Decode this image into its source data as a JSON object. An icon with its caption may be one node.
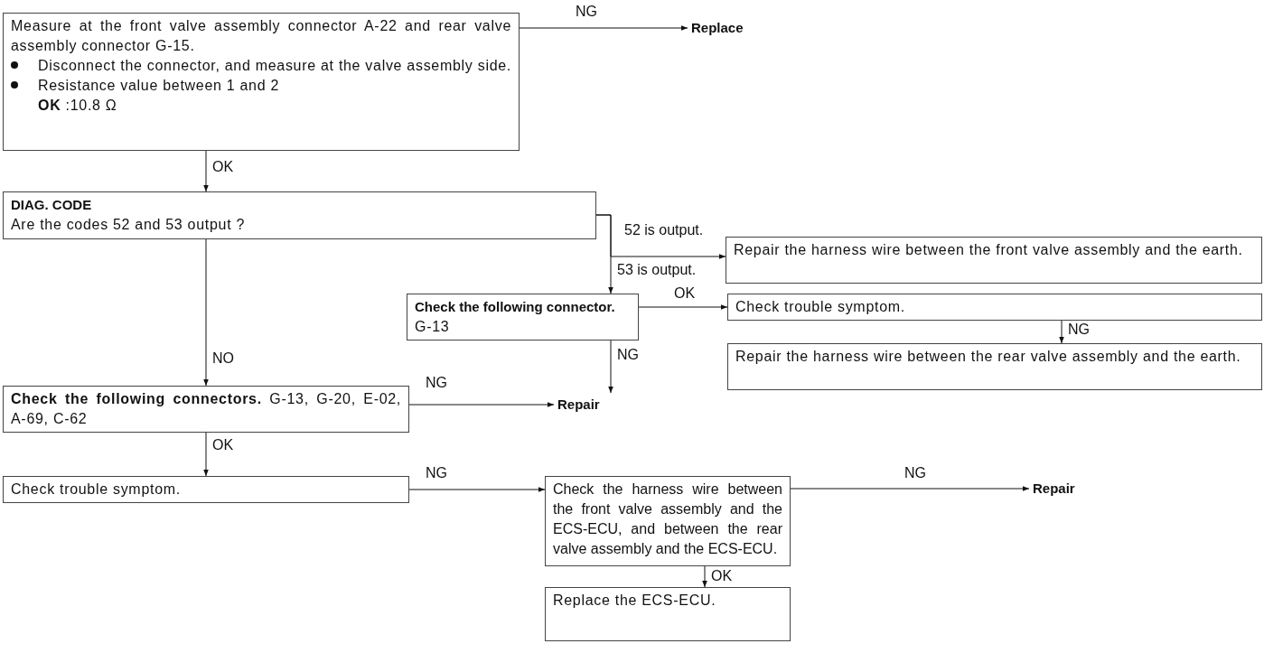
{
  "diagram": {
    "nodes": [
      {
        "text": [
          "Measure at the front valve assembly connector A-22 and rear valve assembly connector G-15.",
          "Disconnect the connector, and measure at the valve assembly side.",
          "Resistance value between 1 and 2",
          "**OK** :10.8 Ω"
        ]
      },
      {
        "text": [
          "Replace"
        ]
      },
      {
        "text": [
          "DIAG. CODE",
          "Are the codes 52 and 53 output ?"
        ]
      },
      {
        "text": [
          "Repair the harness wire between the front valve assembly and the earth."
        ]
      },
      {
        "text": [
          "Check the following connector.",
          "G-13"
        ]
      },
      {
        "text": [
          "Check trouble symptom."
        ]
      },
      {
        "text": [
          "Repair the harness wire between the rear valve assembly and the earth."
        ]
      },
      {
        "text": [
          "**Check the following connectors.** G-13, G-20, E-02, A-69, C-62"
        ]
      },
      {
        "text": [
          "Repair"
        ]
      },
      {
        "text": [
          "Check trouble symptom."
        ]
      },
      {
        "text": [
          "Check the harness wire between the front valve assembly and the ECS-ECU, and between the rear valve assembly and the ECS-ECU."
        ]
      },
      {
        "text": [
          "Repair"
        ]
      },
      {
        "text": [
          "Replace the ECS-ECU."
        ]
      }
    ],
    "edges": [
      {
        "from": 0,
        "to": 1,
        "arrow": "to",
        "label": "NG"
      },
      {
        "from": 0,
        "to": 2,
        "arrow": "to",
        "label": "OK"
      },
      {
        "from": 2,
        "to": 3,
        "arrow": "to",
        "label": "52 is output."
      },
      {
        "from": 2,
        "to": 4,
        "arrow": "to",
        "label": "53 is output."
      },
      {
        "from": 4,
        "to": 5,
        "arrow": "to",
        "label": "OK"
      },
      {
        "from": 5,
        "to": 6,
        "arrow": "to",
        "label": "NG"
      },
      {
        "from": 4,
        "to": 8,
        "arrow": "to",
        "label": "NG"
      },
      {
        "from": 2,
        "to": 7,
        "arrow": "to",
        "label": "NO"
      },
      {
        "from": 7,
        "to": 8,
        "arrow": "to",
        "label": "NG"
      },
      {
        "from": 7,
        "to": 9,
        "arrow": "to",
        "label": "OK"
      },
      {
        "from": 9,
        "to": 10,
        "arrow": "to",
        "label": "NG"
      },
      {
        "from": 10,
        "to": 11,
        "arrow": "to",
        "label": "NG"
      },
      {
        "from": 10,
        "to": 12,
        "arrow": "to",
        "label": "OK"
      }
    ]
  }
}
